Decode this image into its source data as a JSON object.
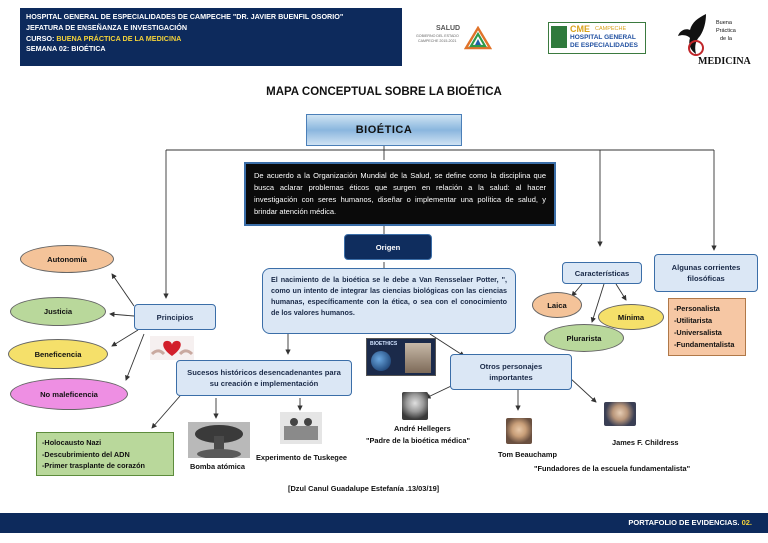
{
  "header": {
    "line1": "HOSPITAL GENERAL DE ESPECIALIDADES DE CAMPECHE \"DR. JAVIER BUENFIL OSORIO\"",
    "line2": "JEFATURA DE ENSEÑANZA E INVESTIGACIÓN",
    "line3_prefix": "CURSO: ",
    "line3_course": "BUENA PRÁCTICA DE LA MEDICINA",
    "line4": "SEMANA 02: BIOÉTICA"
  },
  "logos": {
    "salud_title": "SALUD",
    "salud_sub": "GOBIERNO DEL ESTADO",
    "salud_sub2": "CAMPECHE 2015-2021",
    "cme_title": "CME",
    "cme_campeche": "CAMPECHE",
    "cme_line1": "HOSPITAL GENERAL",
    "cme_line2": "DE ESPECIALIDADES",
    "bpm_line1": "Buena",
    "bpm_line2": "Práctica",
    "bpm_line3": "de la",
    "bpm_line4": "MEDICINA"
  },
  "title": "MAPA CONCEPTUAL SOBRE LA BIOÉTICA",
  "bioetica": "BIOÉTICA",
  "definition": "De acuerdo a la Organización Mundial de la Salud, se define como la disciplina que busca aclarar problemas éticos que surgen en relación a la salud: al hacer investigación con seres humanos, diseñar o implementar una política de salud, y brindar atención médica.",
  "origen": "Origen",
  "origen_text": "El nacimiento de la bioética se le debe a Van Rensselaer Potter, \", como un intento de integrar las ciencias biológicas con las ciencias humanas, específicamente con la ética, o sea con el conocimiento de los valores humanos.",
  "principios": {
    "label": "Principios",
    "items": [
      "Autonomía",
      "Justicia",
      "Beneficencia",
      "No maleficencia"
    ]
  },
  "sucesos": {
    "label": "Sucesos históricos desencadenantes para su creación e implementación",
    "list": [
      "-Holocausto Nazi",
      "-Descubrimiento del ADN",
      "-Primer trasplante de corazón"
    ],
    "bomba": "Bomba atómica",
    "tuskegee": "Experimento de Tuskegee"
  },
  "caracteristicas": {
    "label": "Características",
    "items": [
      "Laica",
      "Mínima",
      "Plurarista"
    ]
  },
  "corrientes": {
    "label": "Algunas corrientes filosóficas",
    "items": [
      "-Personalista",
      "-Utilitarista",
      "-Universalista",
      "-Fundamentalista"
    ]
  },
  "otros": {
    "label": "Otros personajes importantes",
    "hellegers": "André Hellegers",
    "hellegers_quote": "\"Padre de la bioética  médica\"",
    "beauchamp": "Tom Beauchamp",
    "childress": "James F. Childress",
    "fundadores": "\"Fundadores de la escuela  fundamentalista\""
  },
  "book_title": "BIOETHICS",
  "signature": "[Dzul Canul Guadalupe Estefanía .13/03/19]",
  "footer": {
    "prefix": "PORTAFOLIO DE EVIDENCIAS. ",
    "number": "02."
  },
  "colors": {
    "navy": "#0d2a5c",
    "yellow": "#f3d23a",
    "light_blue": "#dbe7f5",
    "border_blue": "#3b6ea8"
  }
}
